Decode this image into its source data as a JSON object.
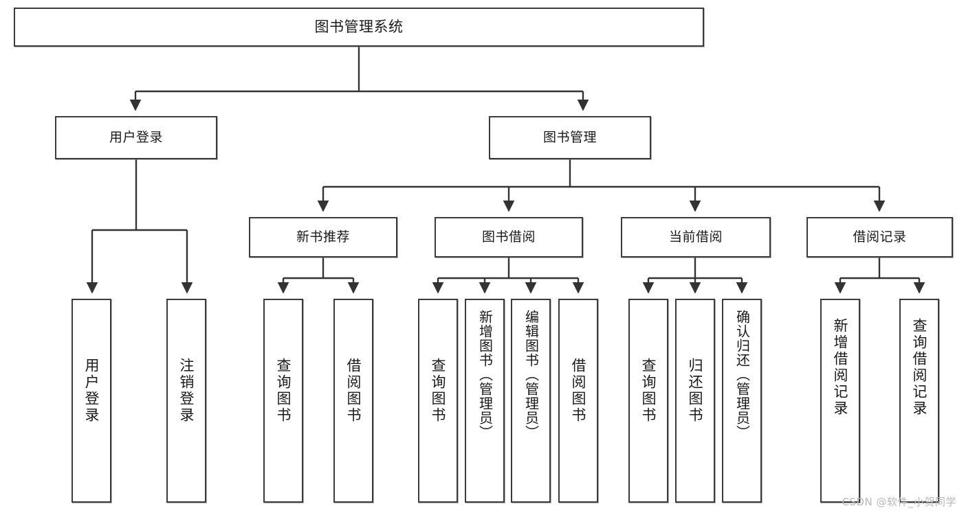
{
  "diagram": {
    "type": "tree",
    "title": "图书管理系统",
    "orientation": "top-down",
    "colors": {
      "box_border": "#3b3b3b",
      "box_fill": "#ffffff",
      "connector": "#333333",
      "text": "#1a1a1a",
      "watermark": "#b8b8b8",
      "background": "#ffffff"
    },
    "root": {
      "label": "图书管理系统"
    },
    "level1": [
      {
        "label": "用户登录"
      },
      {
        "label": "图书管理"
      }
    ],
    "level2": [
      {
        "label": "新书推荐"
      },
      {
        "label": "图书借阅"
      },
      {
        "label": "当前借阅"
      },
      {
        "label": "借阅记录"
      }
    ],
    "leaves": {
      "user_login": [
        {
          "label": "用户登录"
        },
        {
          "label": "注销登录"
        }
      ],
      "new_book_rec": [
        {
          "label": "查询图书"
        },
        {
          "label": "借阅图书"
        }
      ],
      "book_borrow": [
        {
          "label": "查询图书"
        },
        {
          "label": "新增图书（管理员）"
        },
        {
          "label": "编辑图书（管理员）"
        },
        {
          "label": "借阅图书"
        }
      ],
      "current_borrow": [
        {
          "label": "查询图书"
        },
        {
          "label": "归还图书"
        },
        {
          "label": "确认归还（管理员）"
        }
      ],
      "borrow_record": [
        {
          "label": "新增借阅记录"
        },
        {
          "label": "查询借阅记录"
        }
      ]
    }
  },
  "watermark": {
    "text": "CSDN @软件_小贺同学"
  }
}
